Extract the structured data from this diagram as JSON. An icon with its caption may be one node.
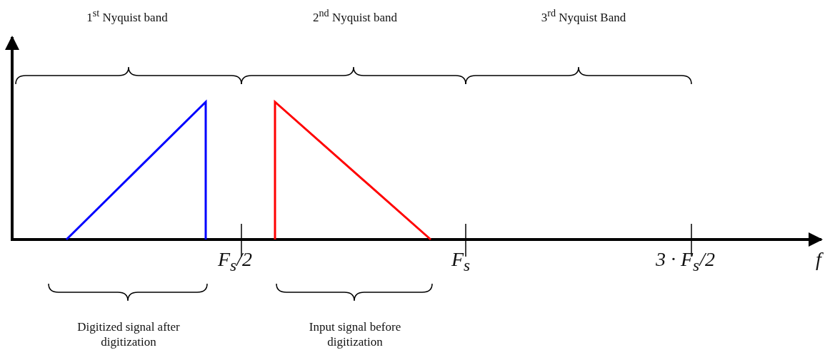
{
  "diagram": {
    "labels": [
      "1$^{st}$ Nyquist band",
      "2$^{nd}$ Nyquist band",
      "3$^{rd}$ Nyquist Band",
      "F$_{s}$/2",
      "F$_{s}$",
      "3 · F$_{s}$/2",
      "f",
      "Digitized signal after digitization",
      "Input signal before digitization"
    ]
  }
}
